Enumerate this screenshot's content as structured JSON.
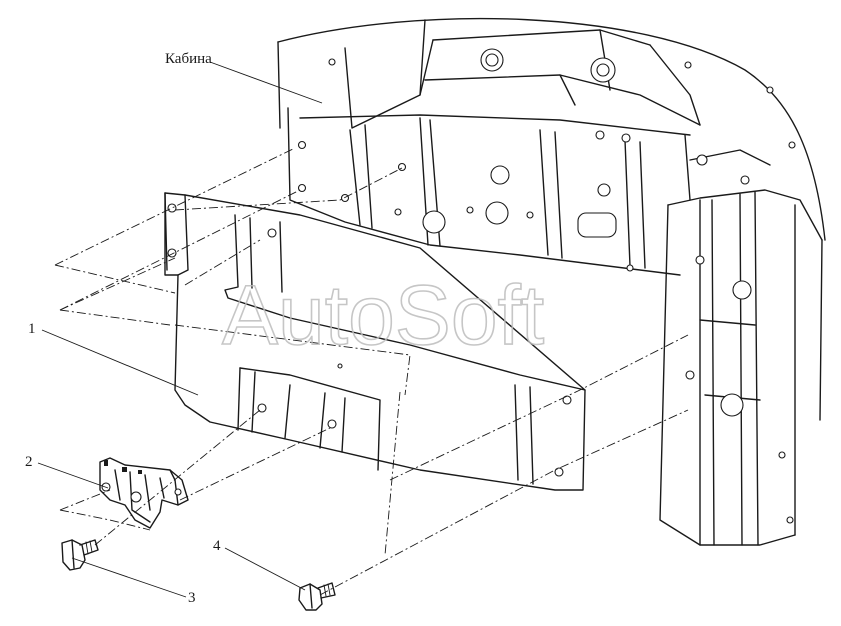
{
  "labels": {
    "cab": "Кабина",
    "item1": "1",
    "item2": "2",
    "item3": "3",
    "item4": "4"
  },
  "watermark": "AutoSoft",
  "colors": {
    "line": "#1a1a1a",
    "watermark": "#bdbdbd",
    "background": "#ffffff"
  }
}
